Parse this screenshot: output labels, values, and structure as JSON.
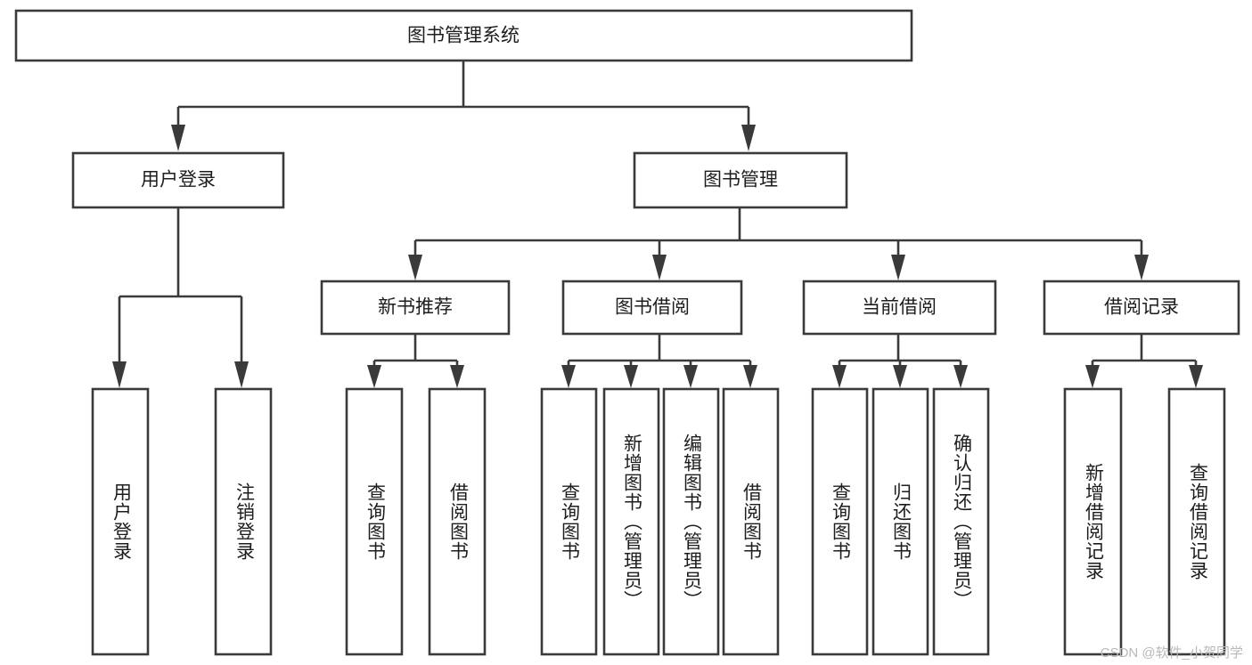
{
  "diagram": {
    "type": "tree",
    "title": "图书管理系统",
    "orientation": "top-down",
    "colors": {
      "box_fill": "#ffffff",
      "box_stroke": "#3a3a3a",
      "text": "#1d1d1d",
      "background": "#ffffff",
      "watermark": "#b9b9b9"
    },
    "root": {
      "id": "root",
      "label": "图书管理系统",
      "text_orientation": "horizontal"
    },
    "level1": [
      {
        "id": "user-login",
        "label": "用户登录",
        "text_orientation": "horizontal"
      },
      {
        "id": "book-manage",
        "label": "图书管理",
        "text_orientation": "horizontal"
      }
    ],
    "level2": [
      {
        "id": "new-book-rec",
        "label": "新书推荐",
        "parent": "book-manage",
        "text_orientation": "horizontal"
      },
      {
        "id": "book-borrow",
        "label": "图书借阅",
        "parent": "book-manage",
        "text_orientation": "horizontal"
      },
      {
        "id": "current-borrow",
        "label": "当前借阅",
        "parent": "book-manage",
        "text_orientation": "horizontal"
      },
      {
        "id": "borrow-record",
        "label": "借阅记录",
        "parent": "book-manage",
        "text_orientation": "horizontal"
      }
    ],
    "leaves": [
      {
        "id": "leaf-user-login",
        "label": "用户登录",
        "parent": "user-login",
        "text_orientation": "vertical"
      },
      {
        "id": "leaf-user-logout",
        "label": "注销登录",
        "parent": "user-login",
        "text_orientation": "vertical"
      },
      {
        "id": "leaf-rec-query-book",
        "label": "查询图书",
        "parent": "new-book-rec",
        "text_orientation": "vertical"
      },
      {
        "id": "leaf-rec-borrow-book",
        "label": "借阅图书",
        "parent": "new-book-rec",
        "text_orientation": "vertical"
      },
      {
        "id": "leaf-borrow-query-book",
        "label": "查询图书",
        "parent": "book-borrow",
        "text_orientation": "vertical"
      },
      {
        "id": "leaf-borrow-add-book",
        "label": "新增图书（管理员）",
        "parent": "book-borrow",
        "text_orientation": "vertical"
      },
      {
        "id": "leaf-borrow-edit-book",
        "label": "编辑图书（管理员）",
        "parent": "book-borrow",
        "text_orientation": "vertical"
      },
      {
        "id": "leaf-borrow-borrow-book",
        "label": "借阅图书",
        "parent": "book-borrow",
        "text_orientation": "vertical"
      },
      {
        "id": "leaf-current-query-book",
        "label": "查询图书",
        "parent": "current-borrow",
        "text_orientation": "vertical"
      },
      {
        "id": "leaf-current-return-book",
        "label": "归还图书",
        "parent": "current-borrow",
        "text_orientation": "vertical"
      },
      {
        "id": "leaf-current-confirm-return",
        "label": "确认归还（管理员）",
        "parent": "current-borrow",
        "text_orientation": "vertical"
      },
      {
        "id": "leaf-record-add",
        "label": "新增借阅记录",
        "parent": "borrow-record",
        "text_orientation": "vertical"
      },
      {
        "id": "leaf-record-query",
        "label": "查询借阅记录",
        "parent": "borrow-record",
        "text_orientation": "vertical"
      }
    ]
  },
  "watermark": {
    "text": "CSDN @软件_小贺同学"
  }
}
